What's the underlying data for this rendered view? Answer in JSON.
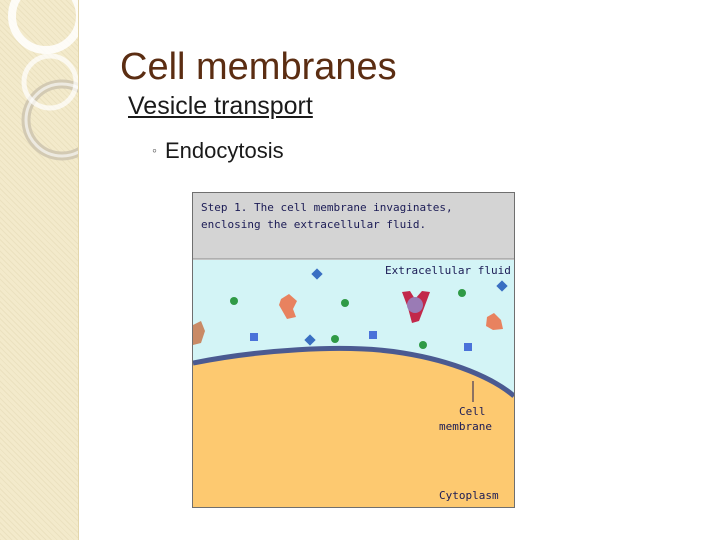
{
  "slide": {
    "title": "Cell membranes",
    "subtitle": "Vesicle transport",
    "bullet": "Endocytosis"
  },
  "figure": {
    "step_caption_line1": "Step 1. The cell membrane invaginates,",
    "step_caption_line2": "enclosing the extracellular fluid.",
    "extracellular_label": "Extracellular fluid",
    "membrane_label_line1": "Cell",
    "membrane_label_line2": "membrane",
    "cytoplasm_label": "Cytoplasm",
    "colors": {
      "caption_bg": "#d4d4d4",
      "extracellular_bg": "#d3f4f6",
      "cytoplasm": "#fdc970",
      "membrane": "#4b5a91",
      "green_molecule": "#2f9a46",
      "blue_square": "#4a72d9",
      "diamond": "#3a6fc2",
      "protein_orange": "#e8825f",
      "receptor_red": "#c2284a",
      "cargo_purple": "#9a7bb5"
    }
  },
  "decor": {
    "title_color": "#5b2d12",
    "sidebar_color": "#f3eacb"
  }
}
